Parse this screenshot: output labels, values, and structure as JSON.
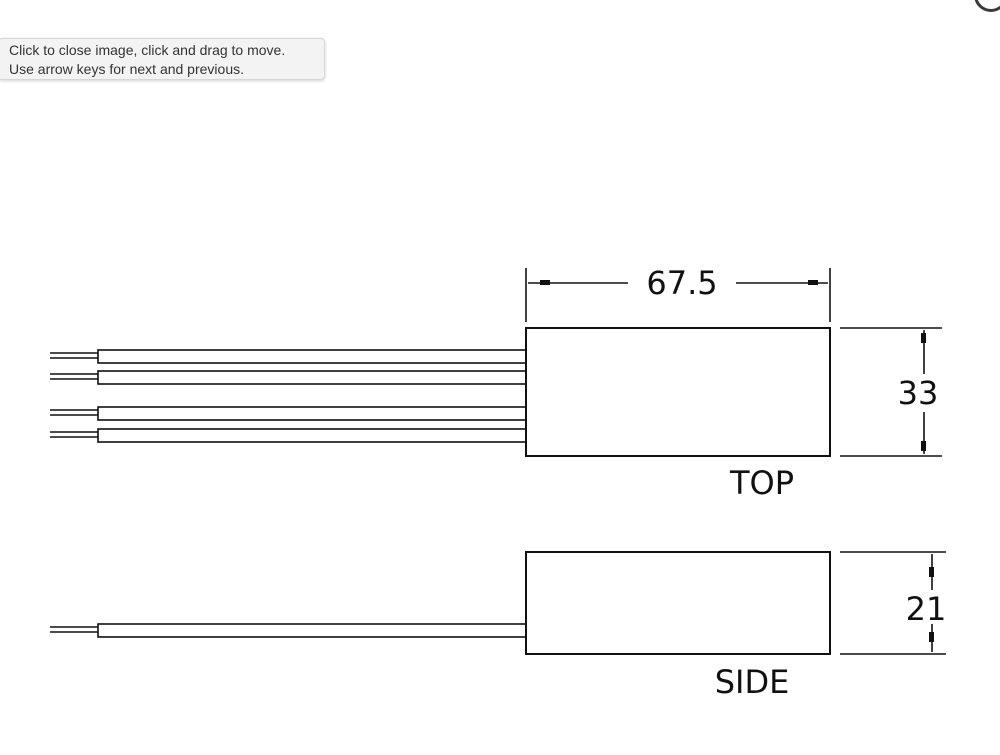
{
  "tooltip": {
    "line1": "Click to close image, click and drag to move.",
    "line2": "Use arrow keys for next and previous."
  },
  "drawing": {
    "width_label": "67.5",
    "height_label": "33",
    "side_height_label": "21",
    "top_view_label": "TOP",
    "side_view_label": "SIDE"
  },
  "icons": {
    "close": "close-icon"
  }
}
